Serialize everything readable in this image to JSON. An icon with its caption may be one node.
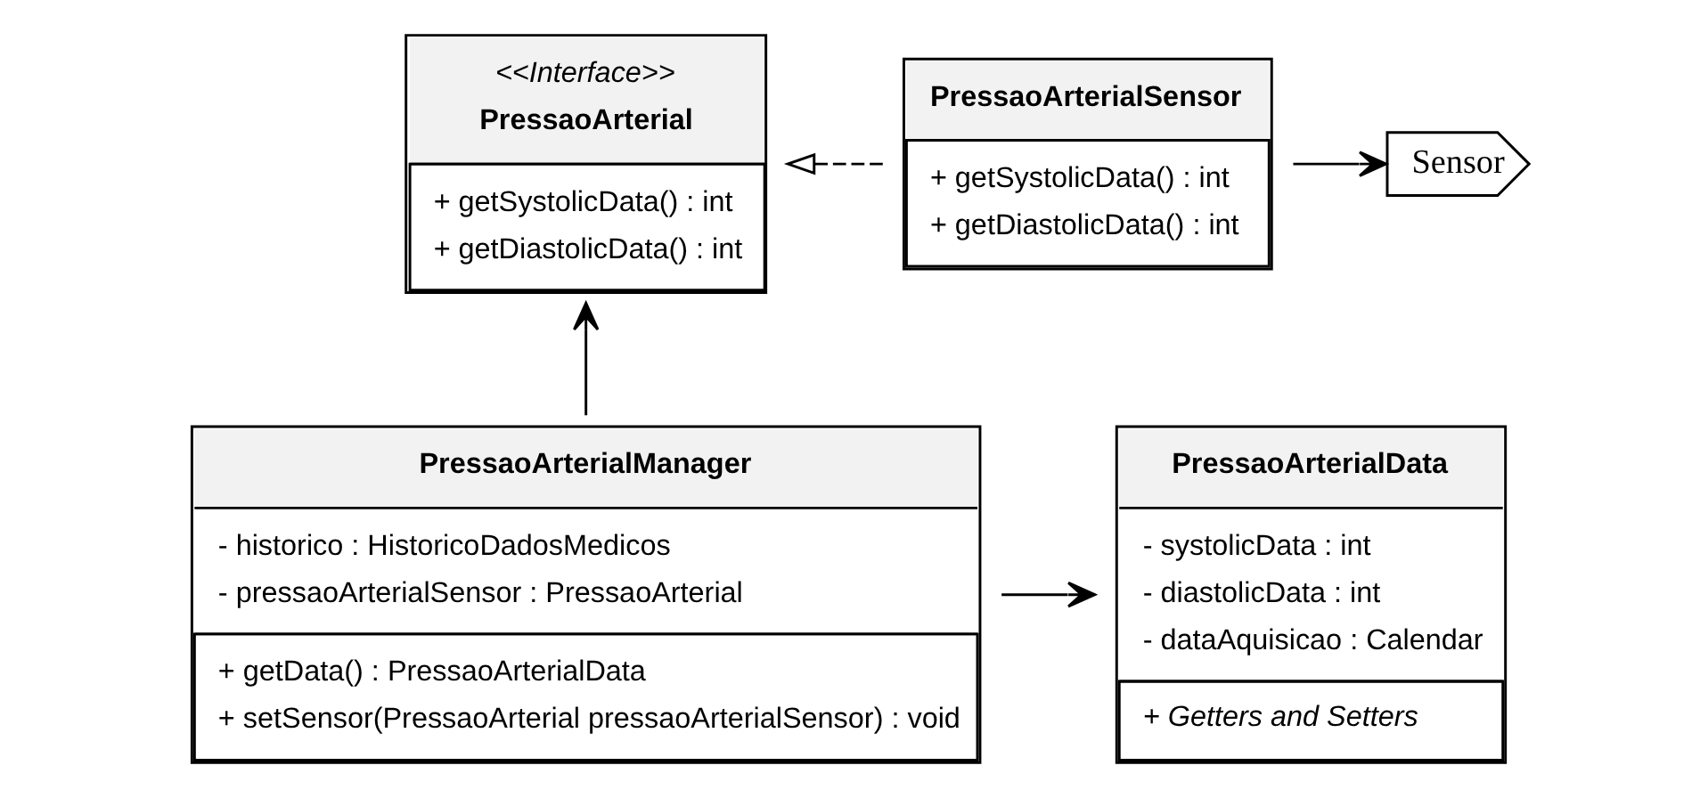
{
  "diagram": {
    "nodes": [
      {
        "text": [
          "<<Interface>>",
          "PressaoArterial",
          "+ getSystolicData() : int",
          "+ getDiastolicData() : int"
        ]
      },
      {
        "text": [
          "PressaoArterialSensor",
          "+ getSystolicData() : int",
          "+ getDiastolicData() : int"
        ]
      },
      {
        "text": [
          "Sensor"
        ]
      },
      {
        "text": [
          "PressaoArterialManager",
          "- historico : HistoricoDadosMedicos",
          "- pressaoArterialSensor : PressaoArterial",
          "+ getData() : PressaoArterialData",
          "+ setSensor(PressaoArterial pressaoArterialSensor) : void"
        ]
      },
      {
        "text": [
          "PressaoArterialData",
          "- systolicData : int",
          "- diastolicData : int",
          "- dataAquisicao : Calendar",
          "+ Getters and Setters"
        ]
      }
    ],
    "edges": [
      {
        "from": 1,
        "to": 0,
        "arrow": "to",
        "style": "dashed"
      },
      {
        "from": 1,
        "to": 2,
        "arrow": "to"
      },
      {
        "from": 3,
        "to": 0,
        "arrow": "to"
      },
      {
        "from": 3,
        "to": 4,
        "arrow": "to"
      }
    ]
  }
}
